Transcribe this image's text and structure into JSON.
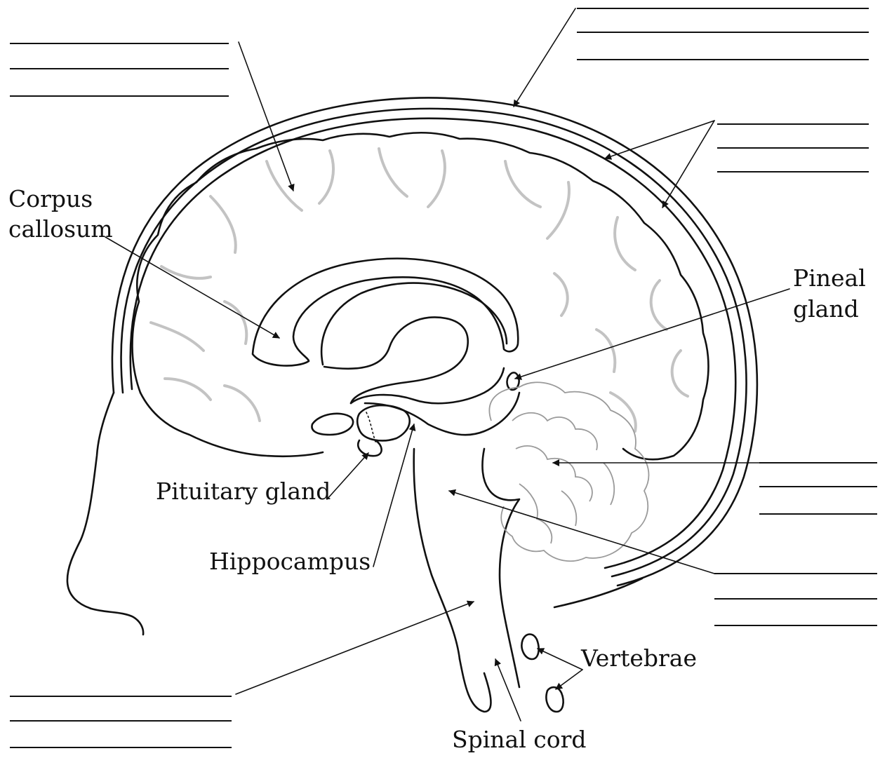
{
  "labels": {
    "corpus_callosum_line1": "Corpus",
    "corpus_callosum_line2": "callosum",
    "pineal_gland_line1": "Pineal",
    "pineal_gland_line2": "gland",
    "pituitary_gland": "Pituitary gland",
    "hippocampus": "Hippocampus",
    "vertebrae": "Vertebrae",
    "spinal_cord": "Spinal cord"
  },
  "blank_label_groups": [
    {
      "name": "cerebrum-blank",
      "line_count": 3
    },
    {
      "name": "skull-blank",
      "line_count": 3
    },
    {
      "name": "meninges-blank",
      "line_count": 3
    },
    {
      "name": "cerebellum-blank",
      "line_count": 3
    },
    {
      "name": "brainstem-blank",
      "line_count": 3
    },
    {
      "name": "spinal-cord-blank",
      "line_count": 3
    }
  ]
}
